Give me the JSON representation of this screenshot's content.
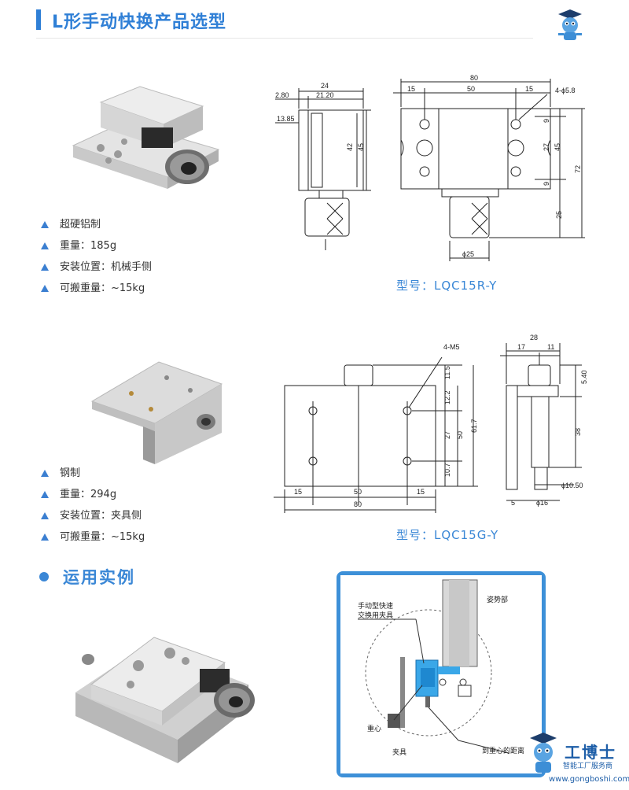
{
  "header": {
    "title": "L形手动快换产品选型"
  },
  "product_1": {
    "specs": [
      "超硬铝制",
      "重量：185g",
      "安装位置：机械手侧",
      "可搬重量：~15kg"
    ],
    "model": "型号：LQC15R-Y",
    "dims_side": [
      "24",
      "2.80",
      "21.20",
      "13.85",
      "42",
      "45"
    ],
    "dims_front": [
      "80",
      "15",
      "50",
      "15",
      "4-ϕ5.8",
      "9",
      "27",
      "45",
      "9",
      "72",
      "25",
      "ϕ25"
    ]
  },
  "product_2": {
    "specs": [
      "钢制",
      "重量：294g",
      "安装位置：夹具侧",
      "可搬重量：~15kg"
    ],
    "model": "型号：LQC15G-Y",
    "dims_front": [
      "4-M5",
      "11.5",
      "12.2",
      "27",
      "50",
      "61.7",
      "10.7",
      "15",
      "50",
      "15",
      "80"
    ],
    "dims_side": [
      "28",
      "17",
      "11",
      "5.40",
      "38",
      "ϕ10.50",
      "5",
      "ϕ16"
    ]
  },
  "section": {
    "title": "运用实例"
  },
  "diagram": {
    "labels": [
      "手动型快速",
      "交换用夹具",
      "姿势部",
      "重心",
      "夹具",
      "到重心的距离"
    ]
  },
  "watermark": {
    "brand": "工博士",
    "subtitle": "智能工厂服务商",
    "url": "www.gongboshi.com"
  },
  "colors": {
    "accent": "#2f7fd6",
    "model_text": "#3a87d6",
    "bullet": "#3b7fd1"
  }
}
